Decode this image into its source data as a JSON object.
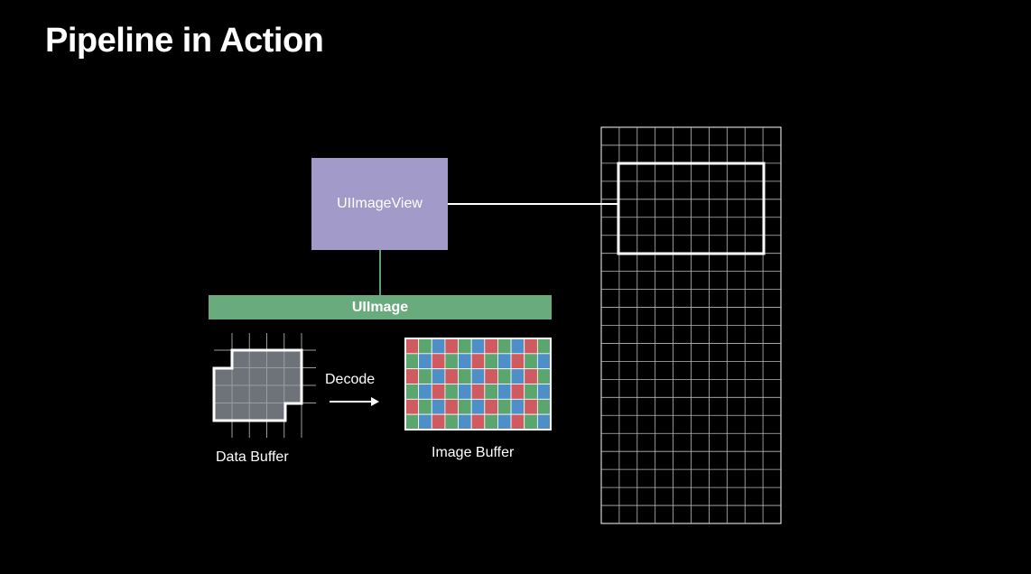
{
  "slide": {
    "title": "Pipeline in Action"
  },
  "diagram": {
    "imageview_label": "UIImageView",
    "uiimage_label": "UIImage",
    "decode_label": "Decode",
    "data_buffer_label": "Data Buffer",
    "image_buffer_label": "Image Buffer"
  },
  "colors": {
    "background": "#000000",
    "imageview_fill": "#a29ac9",
    "uiimage_fill": "#6aab7e",
    "data_buffer_fill": "#6e7379",
    "pixel_red": "#cf5a60",
    "pixel_green": "#5aa66e",
    "pixel_blue": "#4f8fc7"
  }
}
